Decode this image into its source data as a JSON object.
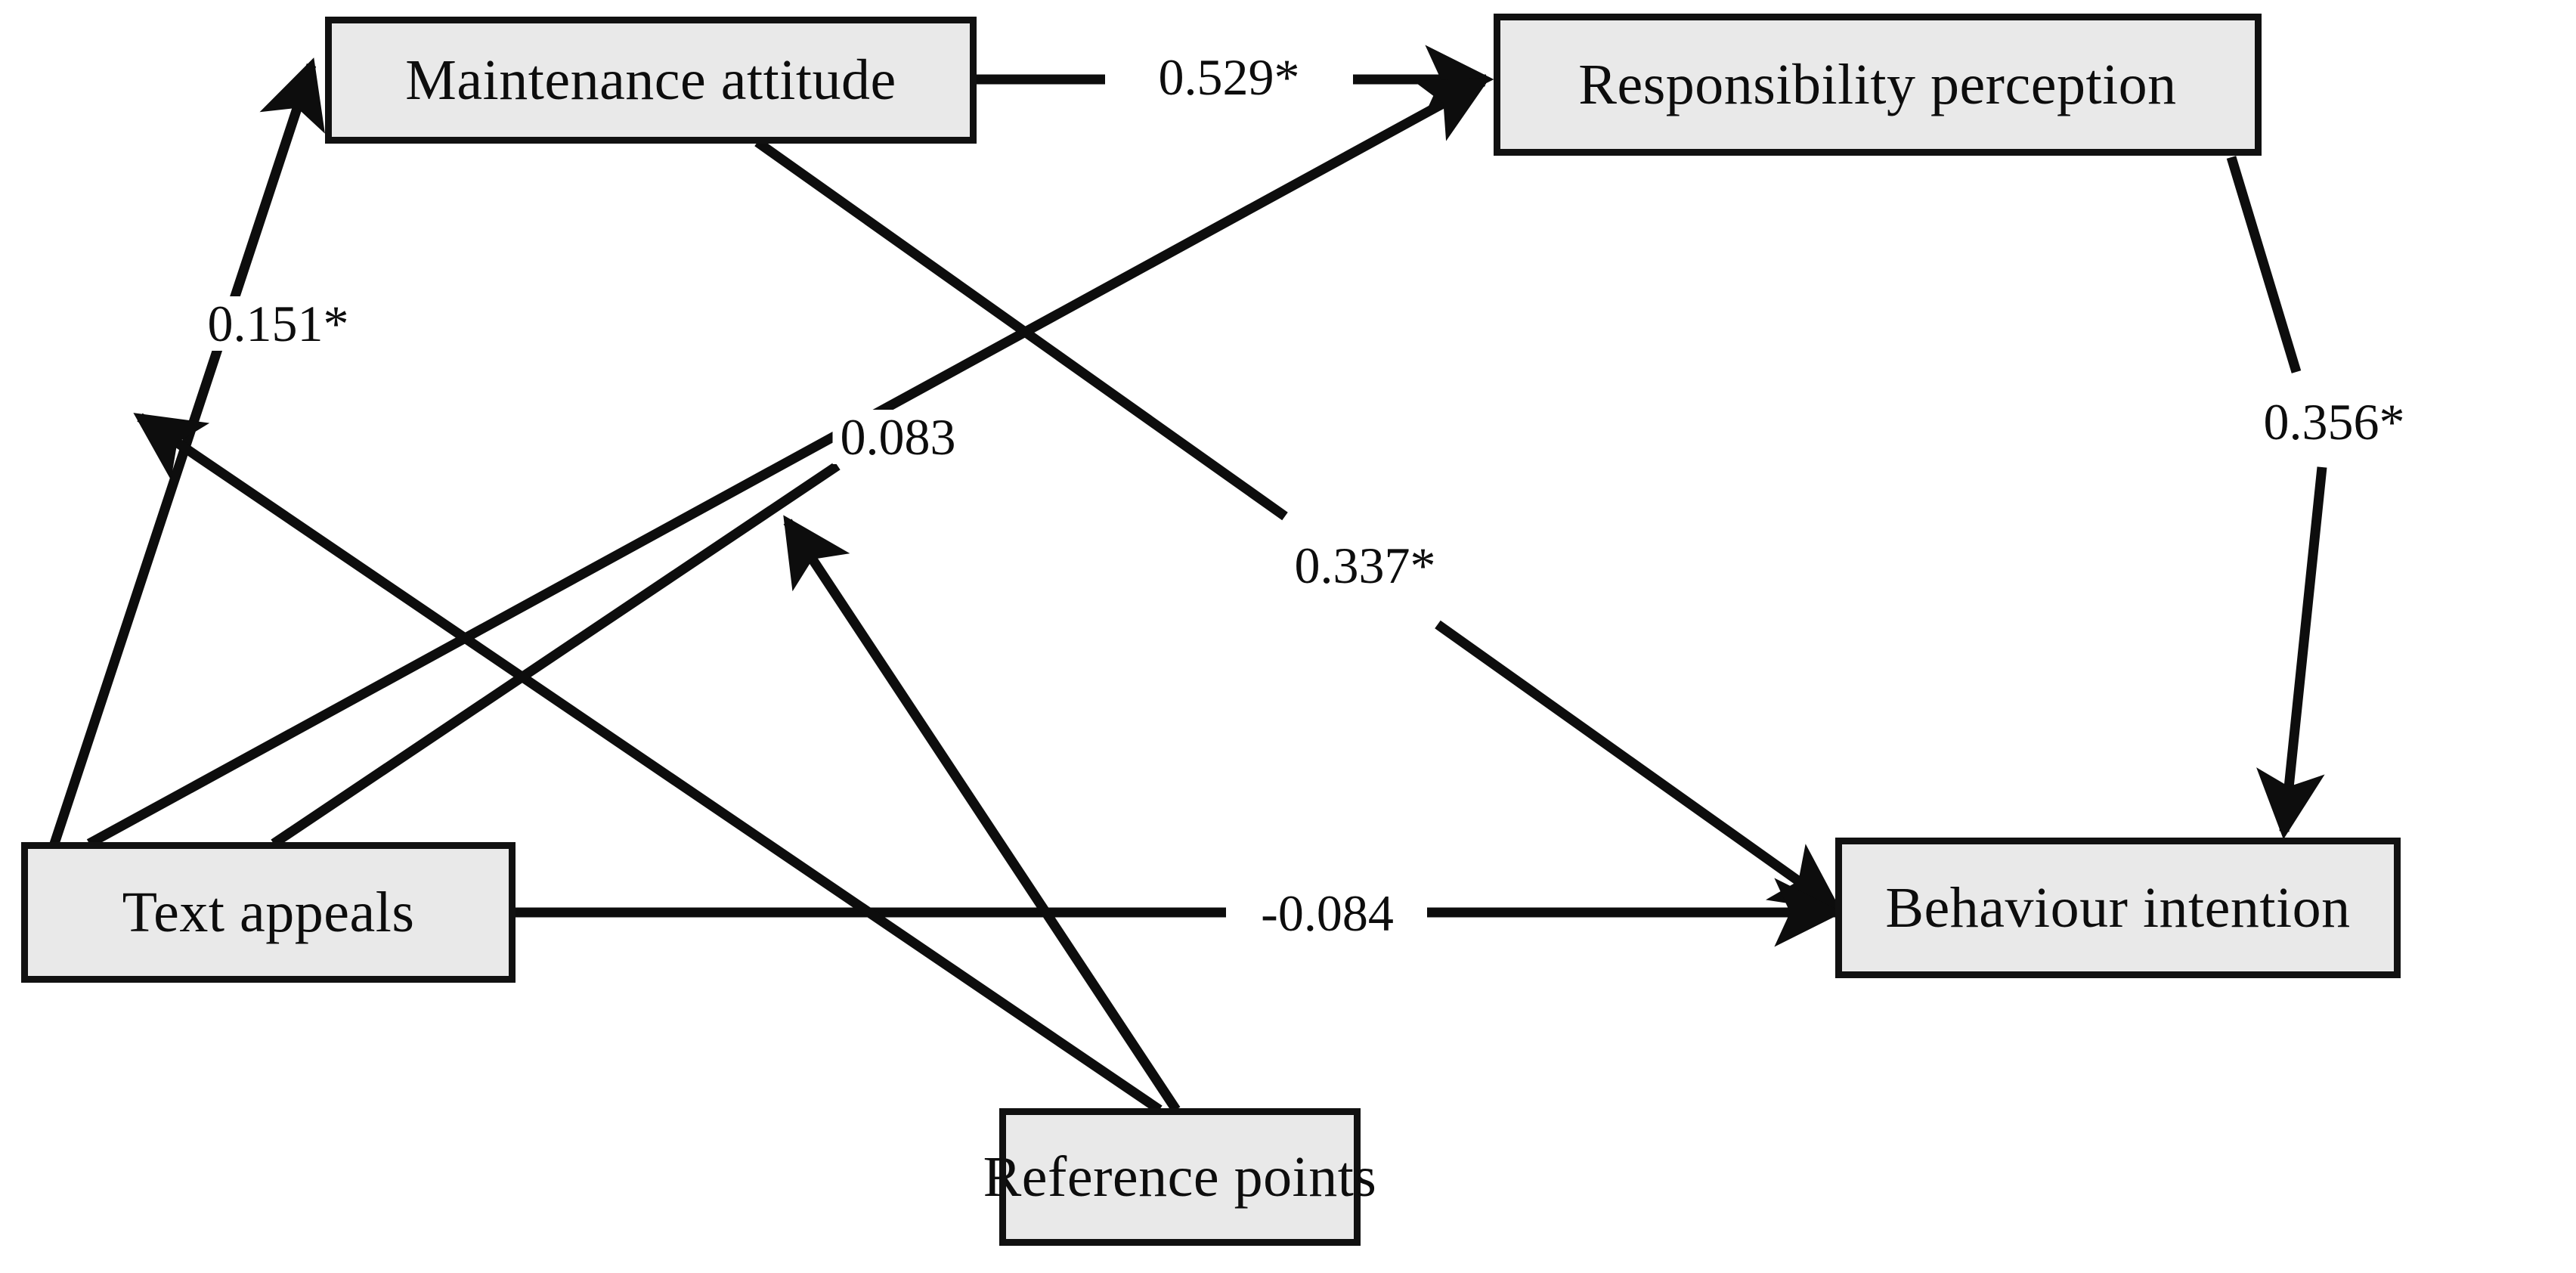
{
  "diagram": {
    "type": "structural-equation-path-diagram",
    "background_color": "#ffffff",
    "node_fill_color": "#e9e9e9",
    "node_border_color": "#111111",
    "edge_color": "#0d0d0d",
    "significance_marker": "*",
    "nodes": [
      {
        "id": "maintenance_attitude",
        "label": "Maintenance attitude"
      },
      {
        "id": "responsibility_perception",
        "label": "Responsibility perception"
      },
      {
        "id": "text_appeals",
        "label": "Text appeals"
      },
      {
        "id": "behaviour_intention",
        "label": "Behaviour intention"
      },
      {
        "id": "reference_points",
        "label": "Reference points"
      }
    ],
    "edges": [
      {
        "id": "ta_ma",
        "from": "text_appeals",
        "to": "maintenance_attitude",
        "label": "0.151*",
        "value": 0.151,
        "significant": true
      },
      {
        "id": "ma_rp",
        "from": "maintenance_attitude",
        "to": "responsibility_perception",
        "label": "0.529*",
        "value": 0.529,
        "significant": true
      },
      {
        "id": "ta_rp",
        "from": "text_appeals",
        "to": "responsibility_perception",
        "label": "",
        "value": null,
        "significant": false
      },
      {
        "id": "ma_bi",
        "from": "maintenance_attitude",
        "to": "behaviour_intention",
        "label": "0.337*",
        "value": 0.337,
        "significant": true
      },
      {
        "id": "rp_bi",
        "from": "responsibility_perception",
        "to": "behaviour_intention",
        "label": "0.356*",
        "value": 0.356,
        "significant": true
      },
      {
        "id": "ta_bi",
        "from": "text_appeals",
        "to": "behaviour_intention",
        "label": "-0.084",
        "value": -0.084,
        "significant": false
      },
      {
        "id": "ref_ta",
        "from": "reference_points",
        "to": "text_appeals",
        "label": "",
        "value": null,
        "significant": false
      },
      {
        "id": "ref_up",
        "from": "reference_points",
        "to": "text_appeals",
        "label": "0.083",
        "value": 0.083,
        "significant": false
      }
    ],
    "labels": {
      "l_0151": "0.151*",
      "l_0529": "0.529*",
      "l_0083": "0.083",
      "l_0337": "0.337*",
      "l_0356": "0.356*",
      "l_m0084": "-0.084"
    }
  }
}
